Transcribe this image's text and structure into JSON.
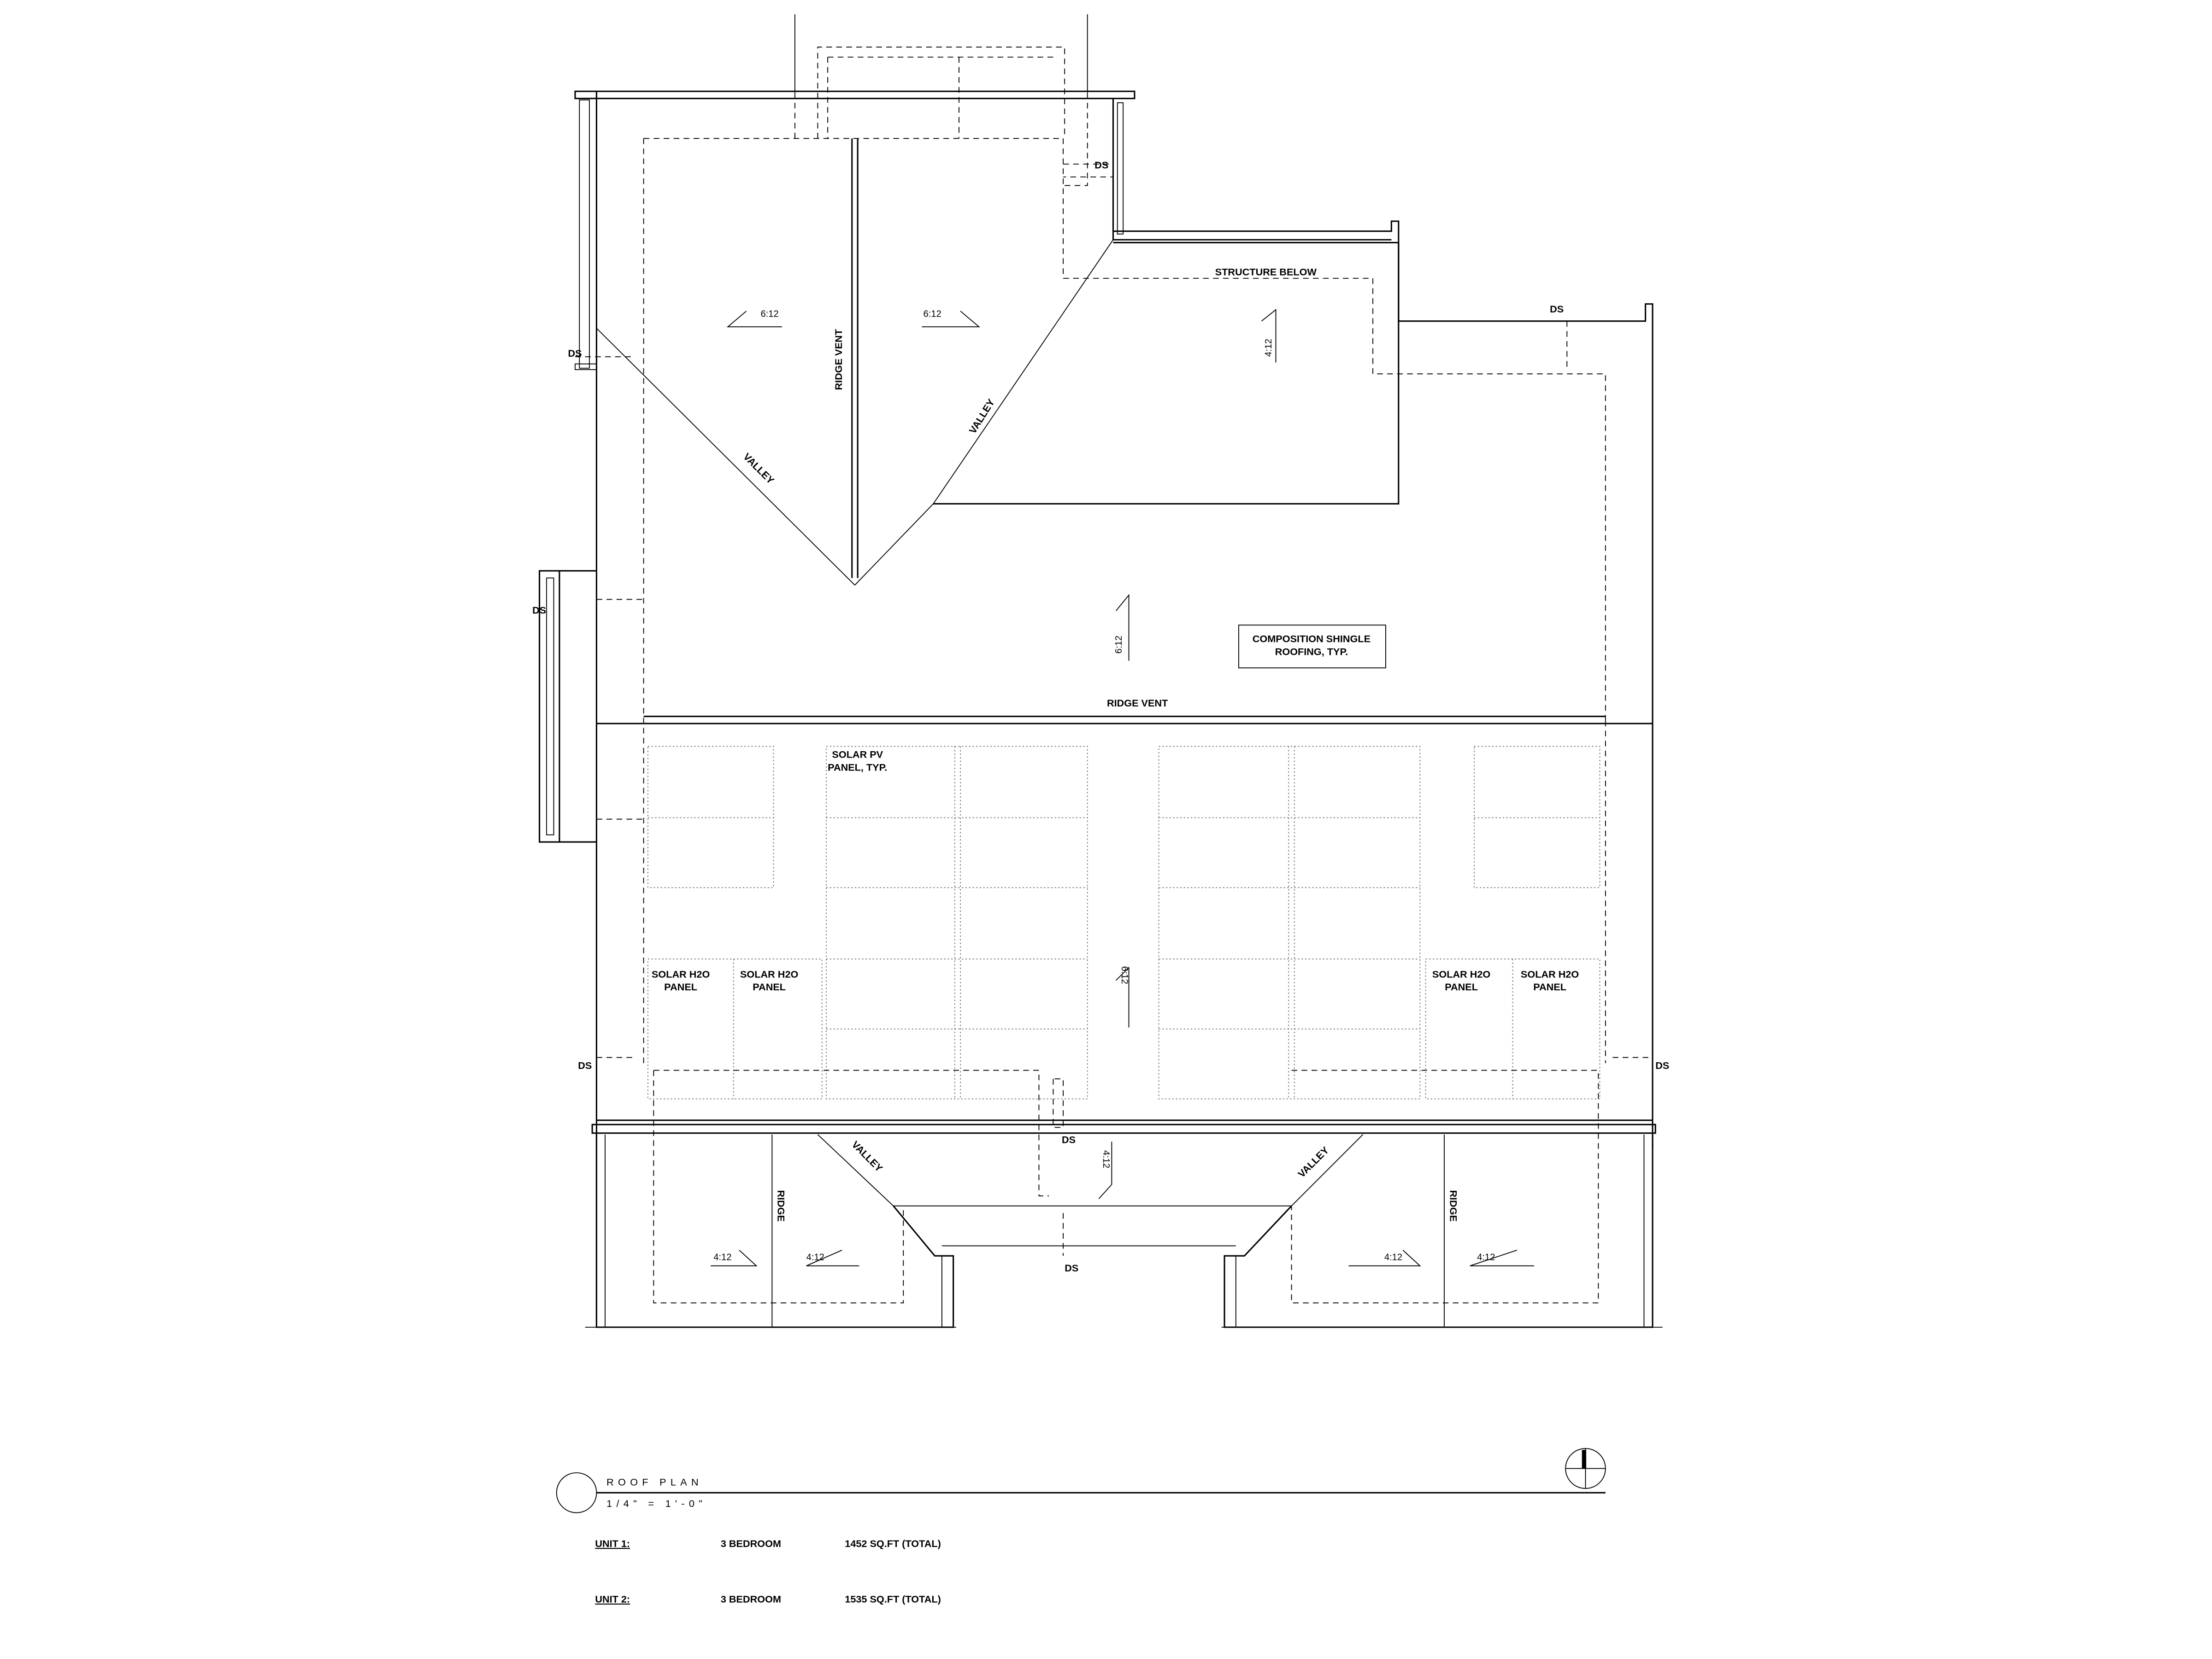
{
  "drawing": {
    "labels": {
      "structure_below": "STRUCTURE BELOW",
      "ridge_vent_vertical": "RIDGE VENT",
      "ridge_vent_horizontal": "RIDGE VENT",
      "valley": "VALLEY",
      "ridge": "RIDGE",
      "ds": "DS",
      "composition_shingle_1": "COMPOSITION SHINGLE",
      "composition_shingle_2": "ROOFING, TYP.",
      "solar_pv_1": "SOLAR PV",
      "solar_pv_2": "PANEL, TYP.",
      "solar_h2o_1": "SOLAR H2O",
      "solar_h2o_2": "PANEL"
    },
    "slopes": {
      "six": "6:12",
      "four": "4:12"
    }
  },
  "title_block": {
    "title": "ROOF PLAN",
    "scale": "1/4\" = 1'-0\"",
    "units": [
      {
        "name": "UNIT 1:",
        "bedrooms": "3 BEDROOM",
        "area": "1452 SQ.FT (TOTAL)"
      },
      {
        "name": "UNIT 2:",
        "bedrooms": "3 BEDROOM",
        "area": "1535 SQ.FT (TOTAL)"
      }
    ]
  }
}
